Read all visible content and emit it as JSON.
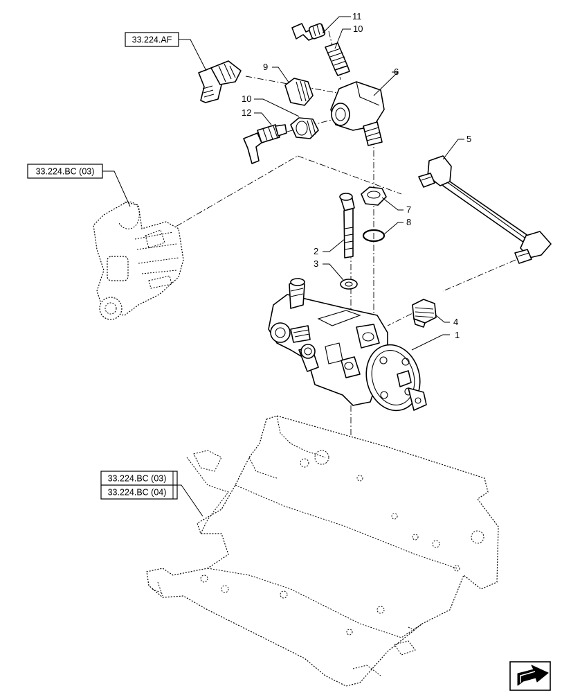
{
  "references": {
    "af": "33.224.AF",
    "bc03_top": "33.224.BC (03)",
    "bc03_bottom": "33.224.BC (03)",
    "bc04_bottom": "33.224.BC (04)"
  },
  "callouts": {
    "n1": "1",
    "n2": "2",
    "n3": "3",
    "n4": "4",
    "n5": "5",
    "n6": "6",
    "n7": "7",
    "n8": "8",
    "n9": "9",
    "n10a": "10",
    "n10b": "10",
    "n11": "11",
    "n12": "12"
  },
  "icons": {
    "nav": "return-arrow-icon"
  }
}
